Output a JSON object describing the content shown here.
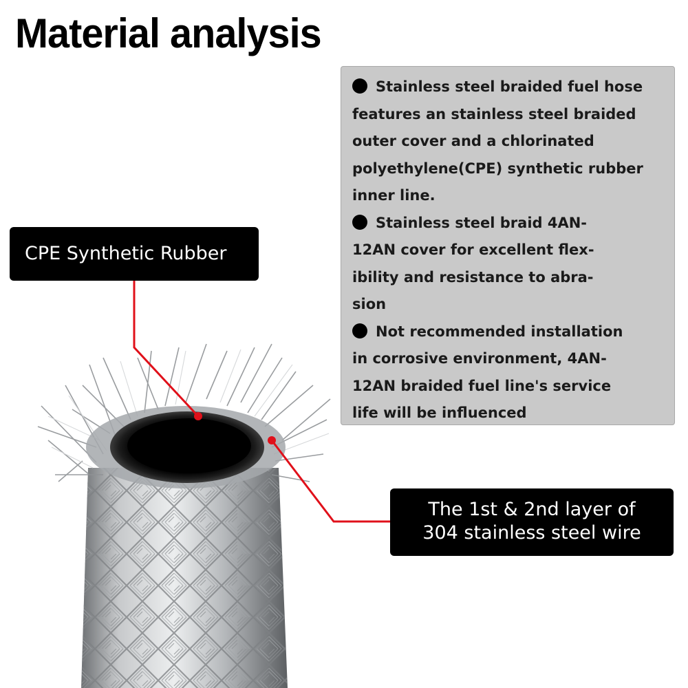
{
  "title": "Material analysis",
  "info_box": {
    "lines": [
      {
        "bullet": true,
        "text": "Stainless steel braided fuel hose"
      },
      {
        "bullet": false,
        "text": "features an stainless steel braided"
      },
      {
        "bullet": false,
        "text": "outer cover and a chlorinated"
      },
      {
        "bullet": false,
        "text": "polyethylene(CPE) synthetic rubber"
      },
      {
        "bullet": false,
        "text": "inner line."
      },
      {
        "bullet": true,
        "text": "Stainless steel braid 4AN-"
      },
      {
        "bullet": false,
        "text": "12AN cover for excellent flex-"
      },
      {
        "bullet": false,
        "text": "ibility and resistance to abra-"
      },
      {
        "bullet": false,
        "text": "sion"
      },
      {
        "bullet": true,
        "text": "Not recommended installation"
      },
      {
        "bullet": false,
        "text": "in corrosive environment, 4AN-"
      },
      {
        "bullet": false,
        "text": "12AN braided fuel line's service"
      },
      {
        "bullet": false,
        "text": "life will be influenced"
      }
    ]
  },
  "labels": {
    "cpe": "CPE Synthetic Rubber",
    "steel_line1": "The 1st & 2nd layer of",
    "steel_line2": "304 stainless steel wire"
  },
  "colors": {
    "callout_line": "#e0101a",
    "info_box_bg": "#c9c9c9",
    "label_bg": "#000000",
    "braid": "#b9bbbd"
  }
}
